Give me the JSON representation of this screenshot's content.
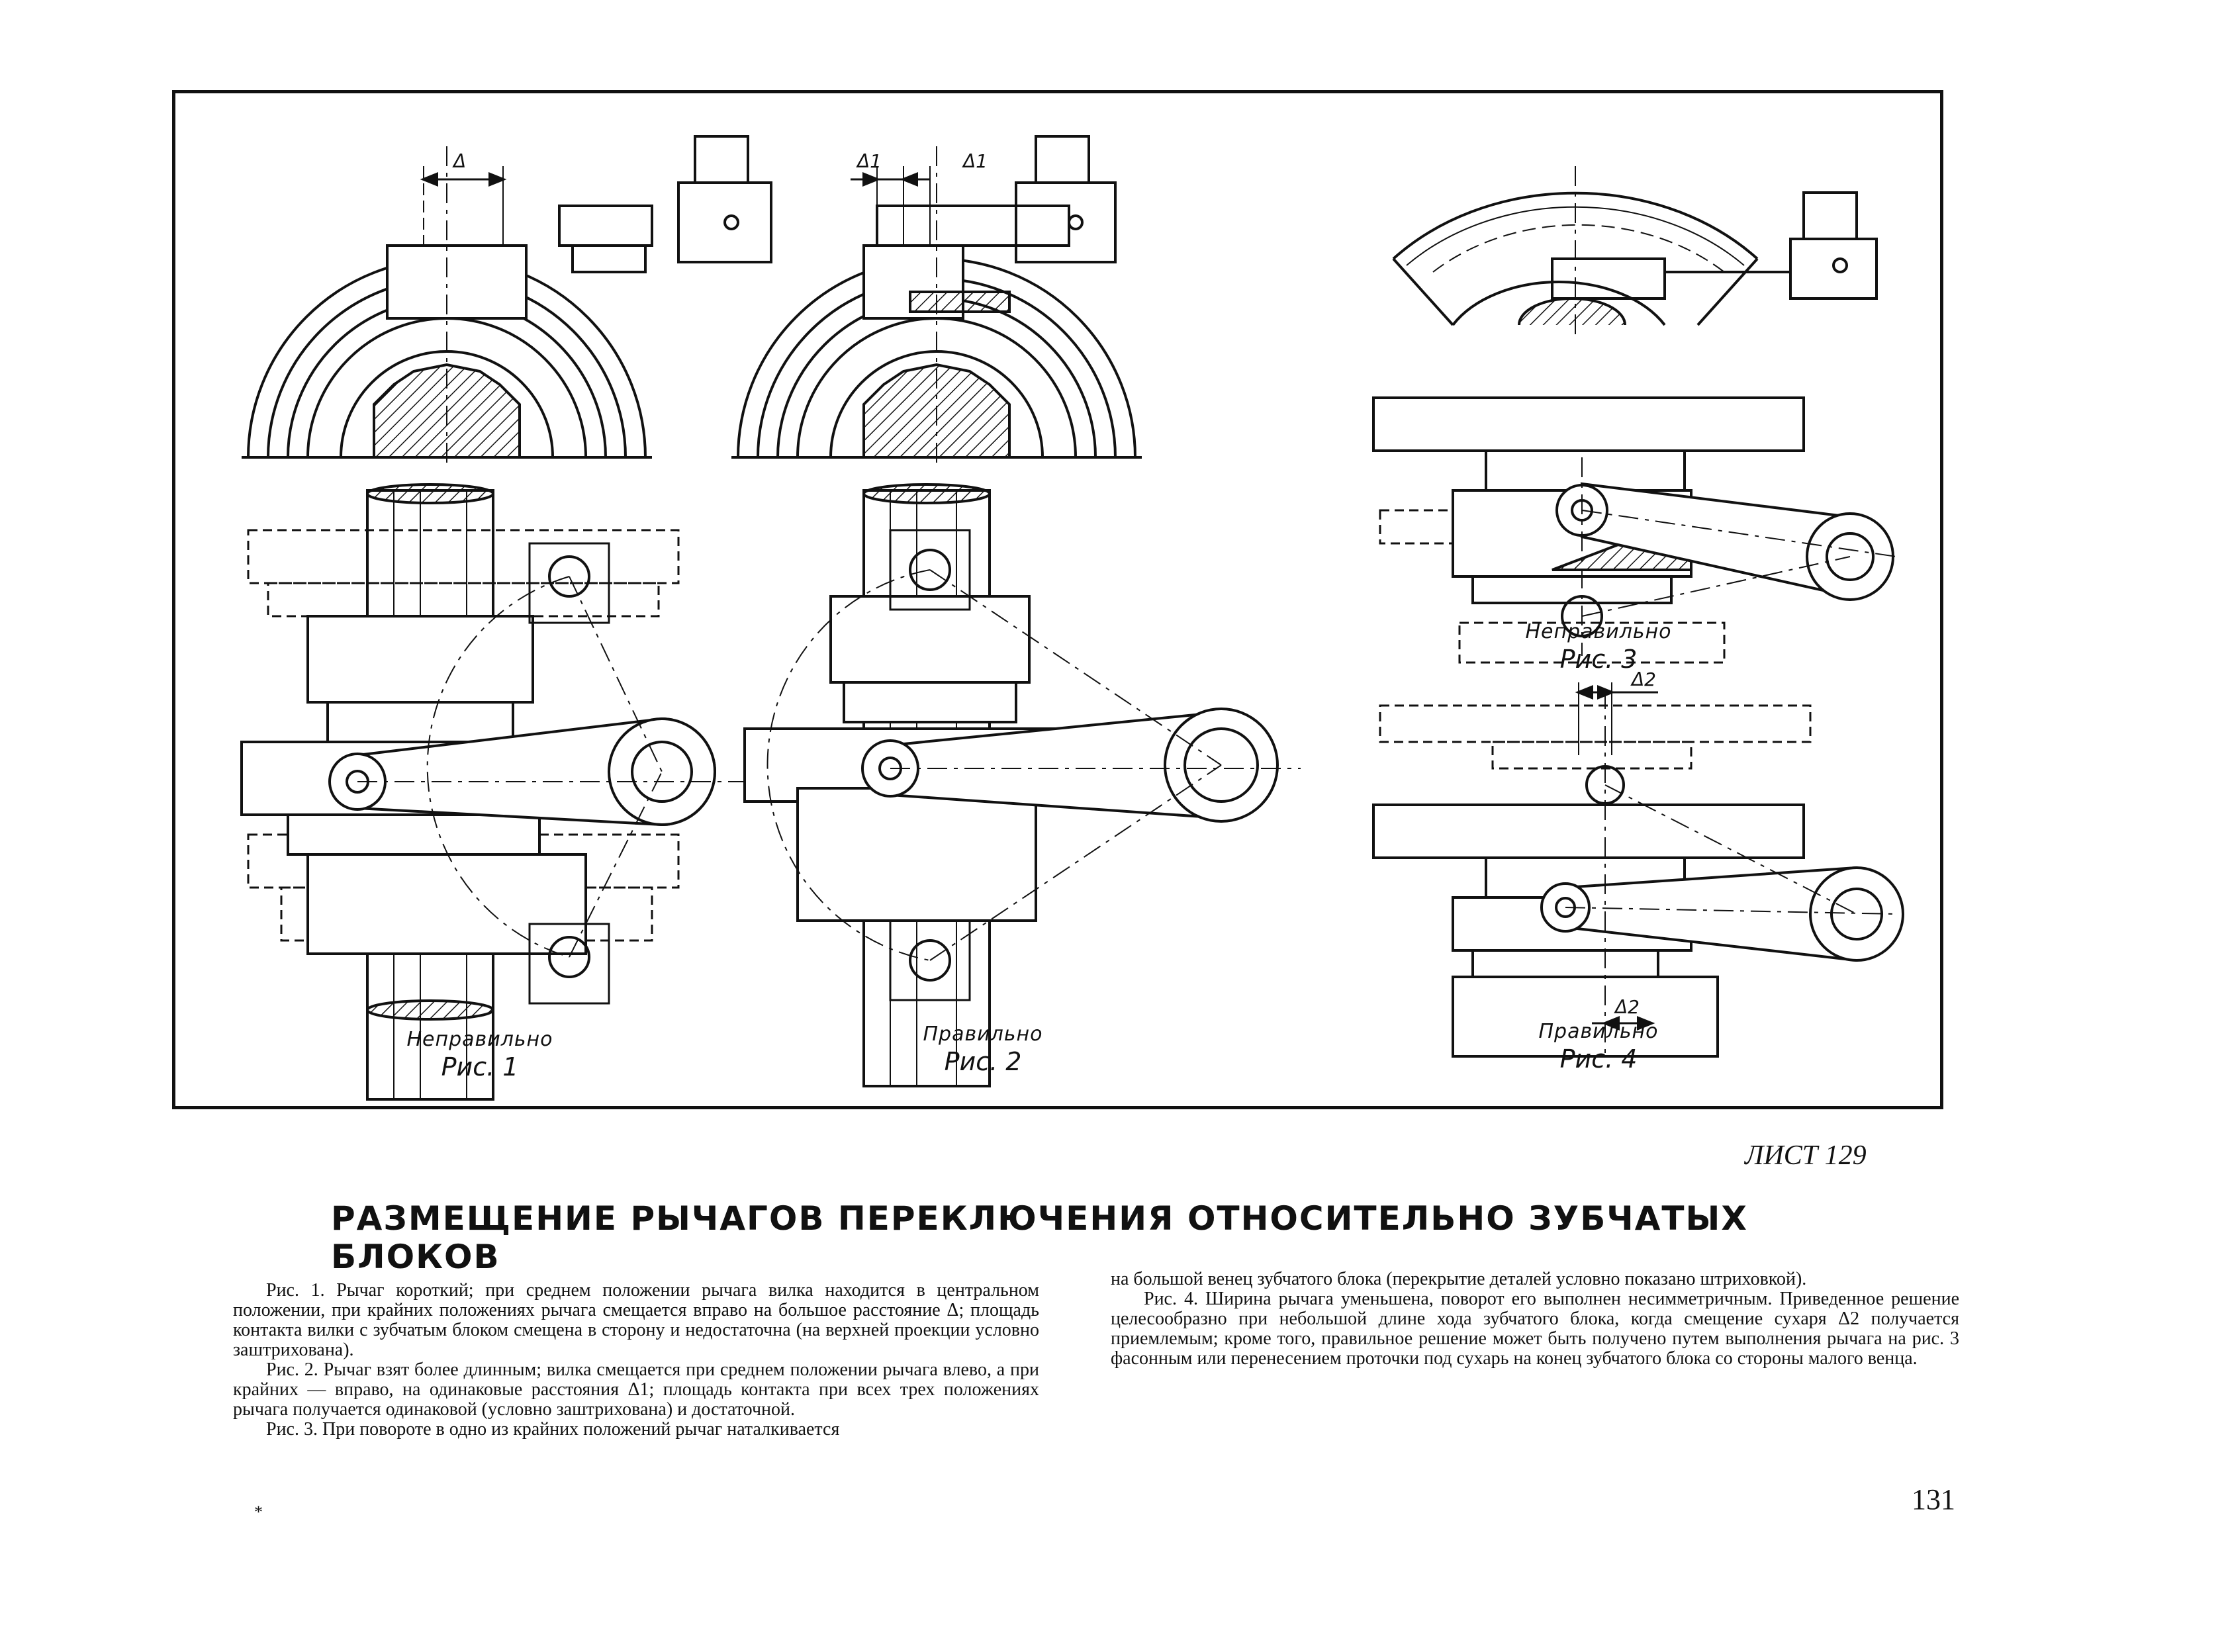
{
  "figures": [
    {
      "id": "fig1",
      "verdict": "Неправильно",
      "caption": "Рис. 1",
      "dim_label": "Δ"
    },
    {
      "id": "fig2",
      "verdict": "Правильно",
      "caption": "Рис. 2",
      "dim_label": "Δ1"
    },
    {
      "id": "fig3",
      "verdict": "Неправильно",
      "caption": "Рис. 3"
    },
    {
      "id": "fig4",
      "verdict": "Правильно",
      "caption": "Рис. 4",
      "dim_label": "Δ2"
    }
  ],
  "sheet_label": "ЛИСТ 129",
  "title": "РАЗМЕЩЕНИЕ РЫЧАГОВ ПЕРЕКЛЮЧЕНИЯ ОТНОСИТЕЛЬНО ЗУБЧАТЫХ БЛОКОВ",
  "text_left": [
    "Рис. 1. Рычаг короткий; при среднем положении рычага вилка находится в центральном положении, при крайних положениях рычага смещается вправо на большое расстояние Δ; площадь контакта вилки с зубчатым блоком смещена в сторону и недостаточна (на верхней проекции условно заштрихована).",
    "Рис. 2. Рычаг взят более длинным; вилка смещается при среднем положении рычага влево, а при крайних — вправо, на одинаковые расстояния Δ1; площадь контакта при всех трех положениях рычага получается одинаковой (условно заштрихована) и достаточной.",
    "Рис. 3. При повороте в одно из крайних положений рычаг наталкивается"
  ],
  "text_right": [
    "на большой венец зубчатого блока (перекрытие деталей условно показано штриховкой).",
    "Рис. 4. Ширина рычага уменьшена, поворот его выполнен несимметричным. Приведенное решение целесообразно при небольшой длине хода зубчатого блока, когда смещение сухаря Δ2 получается приемлемым; кроме того, правильное решение может быть получено путем выполнения рычага на рис. 3 фасонным или перенесением проточки под сухарь на конец зубчатого блока со стороны малого венца."
  ],
  "page_number": "131",
  "footnote_mark": "*"
}
